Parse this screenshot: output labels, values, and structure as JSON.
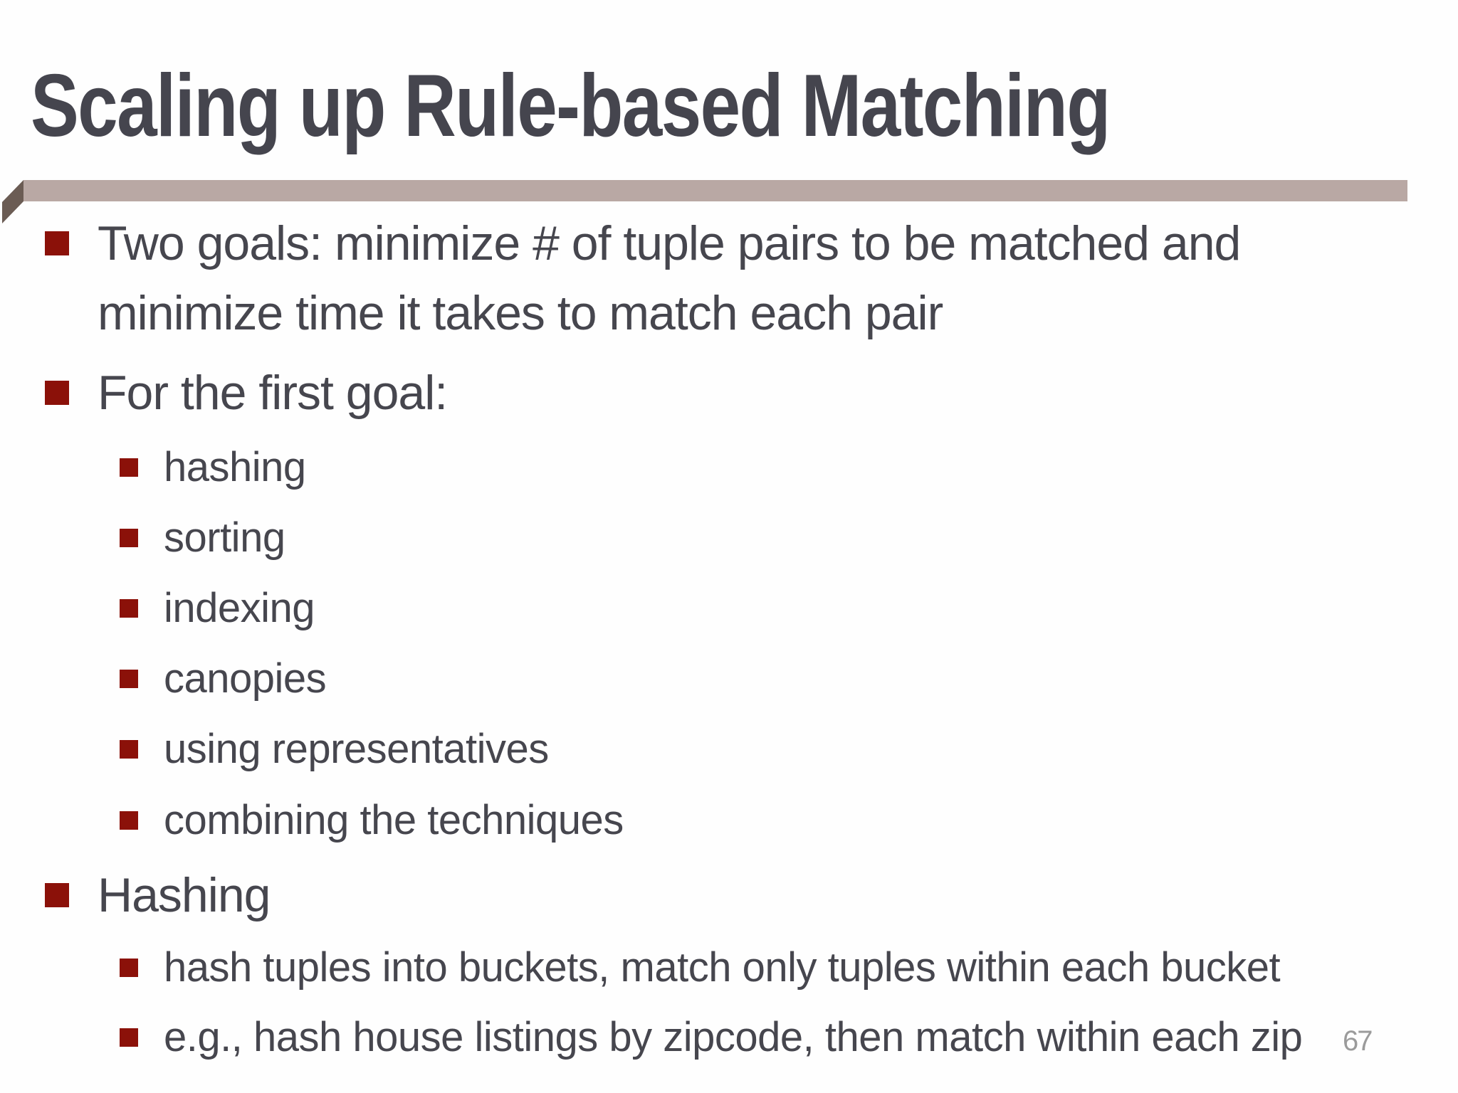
{
  "slide": {
    "title": "Scaling up Rule-based Matching",
    "page_number": "67",
    "colors": {
      "background": "#fefefe",
      "title_text": "#45454e",
      "body_text": "#46464e",
      "bullet_red": "#8b1109",
      "divider_tan": "#b9a8a4",
      "divider_cap_brown": "#6b5c54",
      "page_number_gray": "#9b9b9b"
    },
    "rows": [
      {
        "level": 1,
        "bullet": true,
        "text": "Two goals: minimize # of tuple pairs to be matched and"
      },
      {
        "level": 1,
        "bullet": false,
        "text": "minimize time it takes to match each pair"
      },
      {
        "level": 1,
        "bullet": true,
        "text": "For the first goal:"
      },
      {
        "level": 2,
        "bullet": true,
        "text": "hashing"
      },
      {
        "level": 2,
        "bullet": true,
        "text": "sorting"
      },
      {
        "level": 2,
        "bullet": true,
        "text": "indexing"
      },
      {
        "level": 2,
        "bullet": true,
        "text": "canopies"
      },
      {
        "level": 2,
        "bullet": true,
        "text": "using representatives"
      },
      {
        "level": 2,
        "bullet": true,
        "text": "combining the techniques"
      },
      {
        "level": 1,
        "bullet": true,
        "text": "Hashing"
      },
      {
        "level": 2,
        "bullet": true,
        "text": "hash tuples into buckets, match only tuples within each bucket"
      },
      {
        "level": 2,
        "bullet": true,
        "text": "e.g., hash house listings by zipcode, then match within each zip"
      }
    ]
  }
}
